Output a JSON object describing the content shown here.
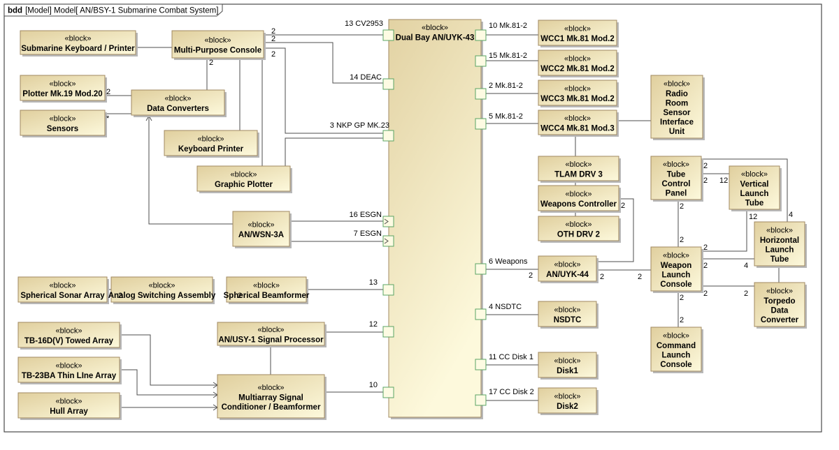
{
  "diagram": {
    "kind": "bdd",
    "title": "[Model] Model[ AN/BSY-1 Submarine Combat System]",
    "stereotype": "«block»",
    "colors": {
      "block_fill_light": "#fdf9dc",
      "block_fill_dark": "#e0cf9e",
      "block_border": "#a08860",
      "port_border": "#5aa464",
      "port_fill": "#fdfbe3",
      "line": "#4d4d4d"
    },
    "blocks": [
      {
        "id": "sub-kb-printer",
        "name": "Submarine Keyboard / Printer"
      },
      {
        "id": "mpc",
        "name": "Multi-Purpose Console"
      },
      {
        "id": "plotter-mk19",
        "name": "Plotter Mk.19 Mod.20"
      },
      {
        "id": "data-converters",
        "name": "Data Converters"
      },
      {
        "id": "sensors",
        "name": "Sensors"
      },
      {
        "id": "keyboard-printer",
        "name": "Keyboard Printer"
      },
      {
        "id": "graphic-plotter",
        "name": "Graphic Plotter"
      },
      {
        "id": "an-wsn-3a",
        "name": "AN/WSN-3A"
      },
      {
        "id": "spherical-sonar",
        "name": "Spherical Sonar Array"
      },
      {
        "id": "analog-switching",
        "name": "Analog Switching Assembly"
      },
      {
        "id": "spherical-beamformer",
        "name": "Spherical Beamformer"
      },
      {
        "id": "tb16",
        "name": "TB-16D(V) Towed Array"
      },
      {
        "id": "tb23",
        "name": "TB-23BA Thin LIne Array"
      },
      {
        "id": "hull-array",
        "name": "Hull Array"
      },
      {
        "id": "an-usy-1",
        "name": "AN/USY-1 Signal Processor"
      },
      {
        "id": "multiarray",
        "name": "Multiarray Signal\nConditioner / Beamformer"
      },
      {
        "id": "dual-bay",
        "name": "Dual Bay AN/UYK-43"
      },
      {
        "id": "wcc1",
        "name": "WCC1 Mk.81 Mod.2"
      },
      {
        "id": "wcc2",
        "name": "WCC2 Mk.81 Mod.2"
      },
      {
        "id": "wcc3",
        "name": "WCC3 Mk.81 Mod.2"
      },
      {
        "id": "wcc4",
        "name": "WCC4 Mk.81 Mod.3"
      },
      {
        "id": "radio-room",
        "name": "Radio\nRoom\nSensor\nInterface\nUnit"
      },
      {
        "id": "tlam",
        "name": "TLAM DRV 3"
      },
      {
        "id": "weapons-controller",
        "name": "Weapons Controller"
      },
      {
        "id": "oth",
        "name": "OTH DRV 2"
      },
      {
        "id": "an-uyk-44",
        "name": "AN/UYK-44"
      },
      {
        "id": "nsdtc",
        "name": "NSDTC"
      },
      {
        "id": "disk1",
        "name": "Disk1"
      },
      {
        "id": "disk2",
        "name": "Disk2"
      },
      {
        "id": "tube-control",
        "name": "Tube\nControl\nPanel"
      },
      {
        "id": "vertical-launch",
        "name": "Vertical\nLaunch\nTube"
      },
      {
        "id": "horizontal-launch",
        "name": "Horizontal\nLaunch\nTube"
      },
      {
        "id": "weapon-launch",
        "name": "Weapon\nLaunch\nConsole"
      },
      {
        "id": "torpedo-data",
        "name": "Torpedo\nData\nConverter"
      },
      {
        "id": "command-launch",
        "name": "Command\nLaunch\nConsole"
      }
    ],
    "port_labels": {
      "cv2953": "13 CV2953",
      "deac": "14 DEAC",
      "nkp": "3 NKP GP MK.23",
      "esgn16": "16 ESGN",
      "esgn7": "7 ESGN",
      "p13": "13",
      "p12": "12",
      "p10": "10",
      "mk81_10": "10 Mk.81-2",
      "mk81_15": "15 Mk.81-2",
      "mk81_2": "2 Mk.81-2",
      "mk81_5": "5 Mk.81-2",
      "weapons6": "6 Weapons",
      "nsdtc4": "4 NSDTC",
      "disk11": "11 CC Disk 1",
      "disk17": "17 CC Disk 2"
    },
    "multiplicities": {
      "two": "2",
      "four": "4",
      "twelve": "12",
      "star": "*"
    }
  }
}
